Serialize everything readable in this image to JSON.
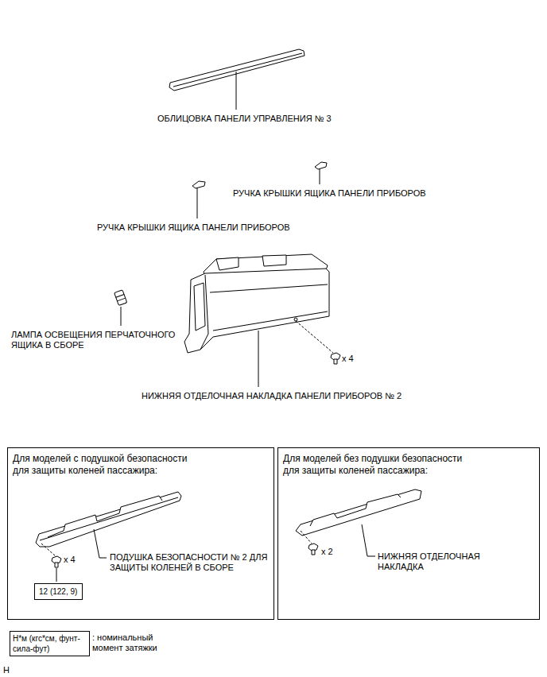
{
  "diagram": {
    "nodes": [
      {
        "text": [
          "Для моделей с подушкой безопасности для защиты коленей пассажира:"
        ]
      },
      {
        "text": [
          "Для моделей без подушки безопасности для защиты коленей пассажира:"
        ]
      },
      {
        "text": [
          "12 (122, 9)"
        ],
        "in": 0
      },
      {
        "text": [
          "Н*м (кгс*см, фунт-сила-фут)"
        ]
      }
    ],
    "labels": [
      "ОБЛИЦОВКА ПАНЕЛИ УПРАВЛЕНИЯ № 3",
      "РУЧКА КРЫШКИ ЯЩИКА ПАНЕЛИ ПРИБОРОВ",
      "РУЧКА КРЫШКИ ЯЩИКА ПАНЕЛИ ПРИБОРОВ",
      "ЛАМПА ОСВЕЩЕНИЯ ПЕРЧАТОЧНОГО ЯЩИКА В СБОРЕ",
      "x 4",
      "НИЖНЯЯ ОТДЕЛОЧНАЯ НАКЛАДКА ПАНЕЛИ ПРИБОРОВ № 2",
      "x 4",
      "ПОДУШКА БЕЗОПАСНОСТИ № 2 ДЛЯ ЗАЩИТЫ КОЛЕНЕЙ В СБОРЕ",
      "x 2",
      "НИЖНЯЯ ОТДЕЛОЧНАЯ НАКЛАДКА",
      ": номинальный момент затяжки",
      "H"
    ]
  }
}
